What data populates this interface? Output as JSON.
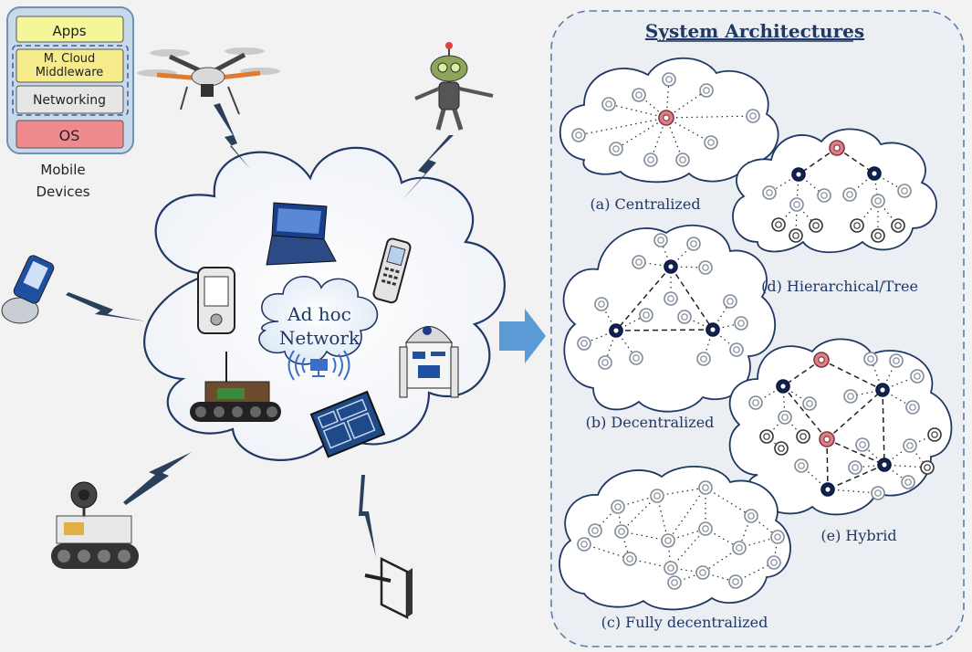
{
  "mobile_stack": {
    "layers": [
      "Apps",
      "M. Cloud\nMiddleware",
      "Networking",
      "OS"
    ],
    "caption": [
      "Mobile",
      "Devices"
    ],
    "colors": [
      "#f3f79a",
      "#f7ec8c",
      "#e6e6e6",
      "#ef8a8f"
    ]
  },
  "adhoc": {
    "line1": "Ad hoc",
    "line2": "Network",
    "icon": "wifi-router-icon"
  },
  "devices": [
    "drone-icon",
    "robot-icon",
    "flip-phone-icon",
    "laptop-icon",
    "pda-icon",
    "cell-phone-icon",
    "tank-robot-icon",
    "r2d2-robot-icon",
    "tablet-icon",
    "webcam-robot-icon",
    "stylus-tablet-icon"
  ],
  "arch": {
    "title": "System Architectures",
    "captions": {
      "a": "(a) Centralized",
      "b": "(b) Decentralized",
      "c": "(c) Fully decentralized",
      "d": "(d) Hierarchical/Tree",
      "e": "(e) Hybrid"
    },
    "colors": {
      "server": "#e07f85",
      "supernode": "#0f2454",
      "peer": "#7f8a99",
      "frame": "#5a7fa8"
    }
  }
}
